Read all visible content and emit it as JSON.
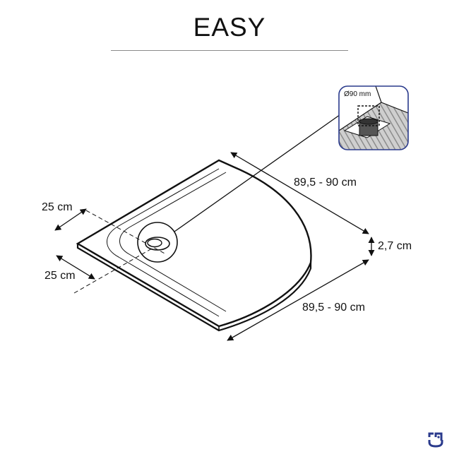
{
  "header": {
    "title": "EASY"
  },
  "dimensions": {
    "width_top": "89,5 - 90 cm",
    "width_bottom": "89,5 - 90 cm",
    "thickness": "2,7 cm",
    "drain_offset_top": "25 cm",
    "drain_offset_bottom": "25 cm"
  },
  "detail_inset": {
    "drain_diameter": "Ø90 mm"
  },
  "logo": {
    "icon": "brand-logo-icon",
    "color": "#2a3a8c"
  },
  "colors": {
    "line": "#111111",
    "rule": "#8a8a8a",
    "inset_border": "#2a3a8c"
  }
}
